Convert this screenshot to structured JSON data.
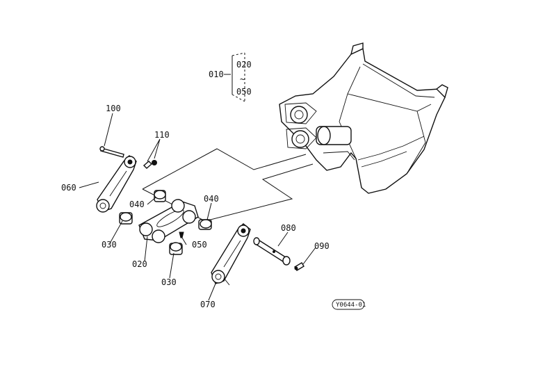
{
  "diagram": {
    "assembly": {
      "label": "010",
      "range_start": "020",
      "range_end": "050",
      "tilde": "~"
    },
    "parts": {
      "p100": "100",
      "p110": "110",
      "p060": "060",
      "p040_left": "040",
      "p040_right": "040",
      "p030_left": "030",
      "p030_bottom": "030",
      "p020": "020",
      "p050": "050",
      "p070": "070",
      "p080": "080",
      "p090": "090"
    },
    "figure_code": "Y0644-01"
  }
}
